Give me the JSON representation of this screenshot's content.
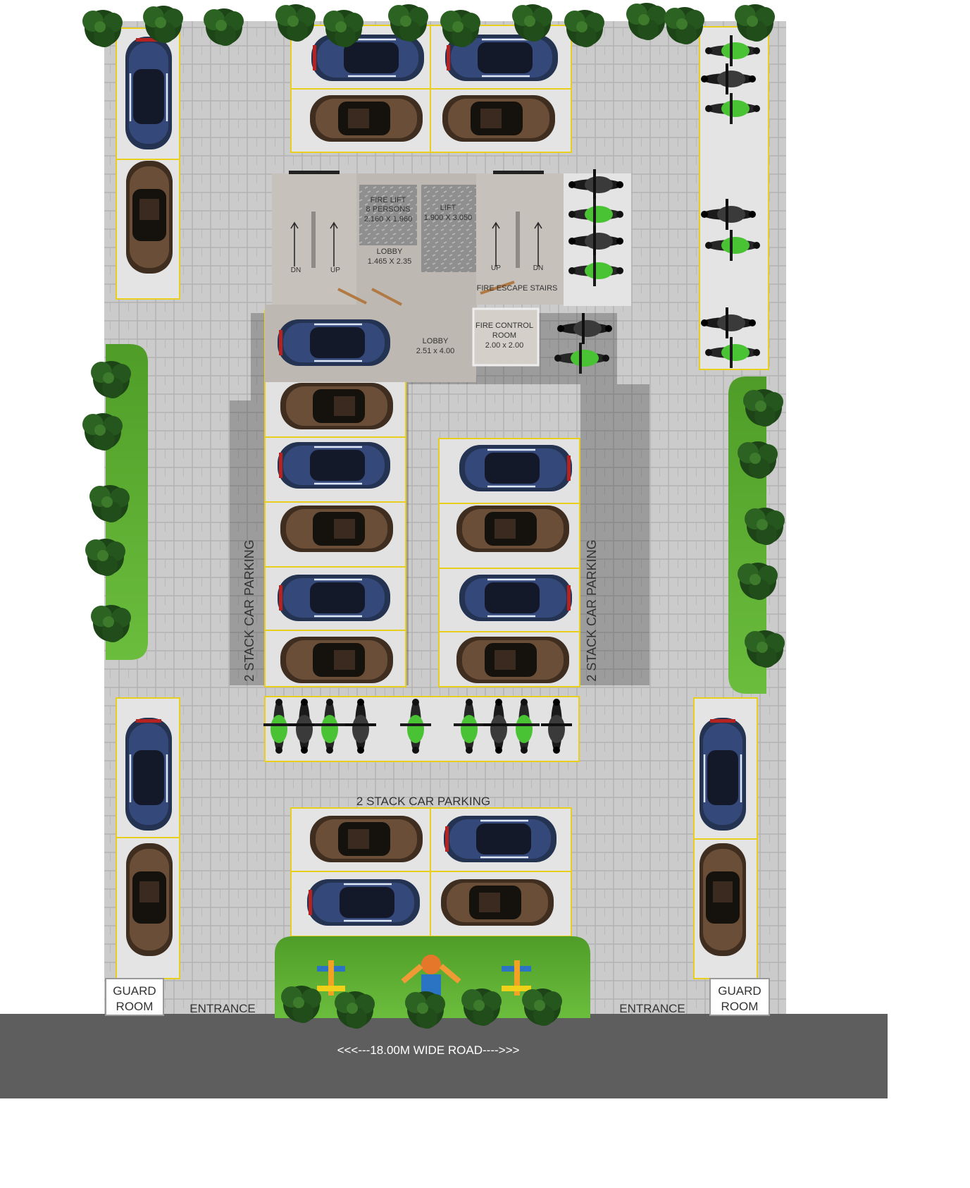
{
  "labels": {
    "fire_lift": "FIRE LIFT",
    "fire_lift_capacity": "8 PERSONS",
    "fire_lift_size": "2.160 X 1.960",
    "lift": "LIFT",
    "lift_size": "1.900 X 3.050",
    "lobby_top": "LOBBY",
    "lobby_top_size": "1.465 X 2.35",
    "lobby_main": "LOBBY",
    "lobby_main_size": "2.51 x 4.00",
    "fire_control": "FIRE CONTROL",
    "fire_control_room": "ROOM",
    "fire_control_size": "2.00 x 2.00",
    "fire_escape_stairs": "FIRE ESCAPE STAIRS",
    "stair_left_dn": "DN",
    "stair_left_up": "UP",
    "stair_right_up": "UP",
    "stair_right_dn": "DN",
    "stack_left": "2 STACK CAR PARKING",
    "stack_right": "2 STACK CAR PARKING",
    "stack_bottom": "2 STACK CAR PARKING",
    "guard_left_1": "GUARD",
    "guard_left_2": "ROOM",
    "guard_right_1": "GUARD",
    "guard_right_2": "ROOM",
    "entrance_left": "ENTRANCE",
    "entrance_right": "ENTRANCE",
    "road": "<<<---18.00M WIDE ROAD---->>>"
  },
  "colors": {
    "paving": "#c9c9c9",
    "paving_dark": "#9a9a9a",
    "parking_bay": "#e4e4e4",
    "yellow_line": "#e8cf1e",
    "grass": "#5fae32",
    "road": "#5f5f5f",
    "car_blue": "#2d3e63",
    "car_brown": "#5a4230",
    "bike_green": "#3fb52e",
    "bike_black": "#222222",
    "tree": "#1f4a1a",
    "core_floor": "#b8b4ae"
  },
  "icons": [
    "car-icon",
    "motorbike-icon",
    "tree-icon",
    "swing-icon",
    "stair-arrow-icon"
  ]
}
